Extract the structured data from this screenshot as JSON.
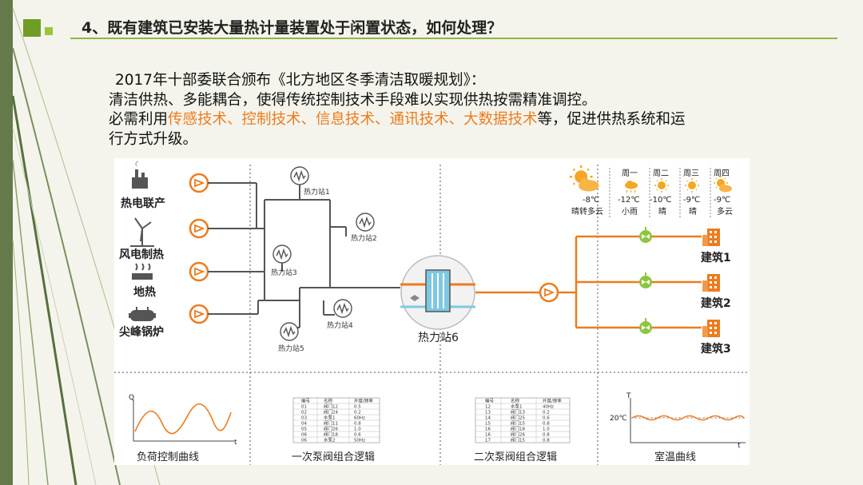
{
  "slide": {
    "title": "4、既有建筑已安装大量热计量装置处于闲置状态，如何处理？",
    "intro": {
      "line1": "2017年十部委联合颁布《北方地区冬季清洁取暖规划》：",
      "line2": "清洁供热、多能耦合，使得传统控制技术手段难以实现供热按需精准调控。",
      "line3_prefix": "必需利用",
      "line3_highlight": "传感技术、控制技术、信息技术、通讯技术、大数据技术",
      "line3_suffix": "等，促进供热系统和运",
      "line4": "行方式升级。"
    }
  },
  "colors": {
    "accent": "#6f9e24",
    "orange": "#ec7c1e",
    "pipe": "#555555",
    "green_valve": "#8cc63f",
    "blue": "#7ec8e3"
  },
  "diagram": {
    "sources": [
      "热电联产",
      "风电制热",
      "地热",
      "尖峰锅炉"
    ],
    "stations": [
      "热力站1",
      "热力站2",
      "热力站3",
      "热力站4",
      "热力站5"
    ],
    "main_station": "热力站6",
    "buildings": [
      "建筑1",
      "建筑2",
      "建筑3"
    ],
    "weather": {
      "today": {
        "temp": "-8℃",
        "desc": "晴转多云",
        "icon": "sun-cloud-icon"
      },
      "forecast": [
        {
          "day": "周一",
          "temp": "-12℃",
          "desc": "小雨",
          "icon": "rain-icon"
        },
        {
          "day": "周二",
          "temp": "-10℃",
          "desc": "晴",
          "icon": "sun-icon"
        },
        {
          "day": "周三",
          "temp": "-9℃",
          "desc": "晴",
          "icon": "sun-icon"
        },
        {
          "day": "周四",
          "temp": "-9℃",
          "desc": "多云",
          "icon": "sun-cloud-icon"
        }
      ]
    },
    "bottom": {
      "load_curve": {
        "label": "负荷控制曲线",
        "y_axis": "Q",
        "x_axis": "t"
      },
      "primary": {
        "label": "一次泵阀组合逻辑",
        "headers": [
          "编号",
          "名称",
          "开度/频率"
        ],
        "rows": [
          [
            "01",
            "阀门12",
            "0.5"
          ],
          [
            "02",
            "阀门24",
            "0.2"
          ],
          [
            "03",
            "水泵1",
            "60Hz"
          ],
          [
            "04",
            "阀门11",
            "0.8"
          ],
          [
            "05",
            "阀门26",
            "1.0"
          ],
          [
            "06",
            "阀门18",
            "0.6"
          ],
          [
            "06",
            "水泵2",
            "50Hz"
          ]
        ]
      },
      "secondary": {
        "label": "二次泵阀组合逻辑",
        "headers": [
          "编号",
          "名称",
          "开度/频率"
        ],
        "rows": [
          [
            "12",
            "水泵1",
            "40Hz"
          ],
          [
            "13",
            "阀门13",
            "0.2"
          ],
          [
            "14",
            "阀门25",
            "0.6"
          ],
          [
            "15",
            "阀门15",
            "0.8"
          ],
          [
            "16",
            "阀门18",
            "1.0"
          ],
          [
            "16",
            "阀门26",
            "0.8"
          ],
          [
            "17",
            "阀门15",
            "0.8"
          ]
        ]
      },
      "room_temp": {
        "label": "室温曲线",
        "y_axis": "T",
        "x_axis": "t",
        "ref": "20℃"
      }
    }
  }
}
